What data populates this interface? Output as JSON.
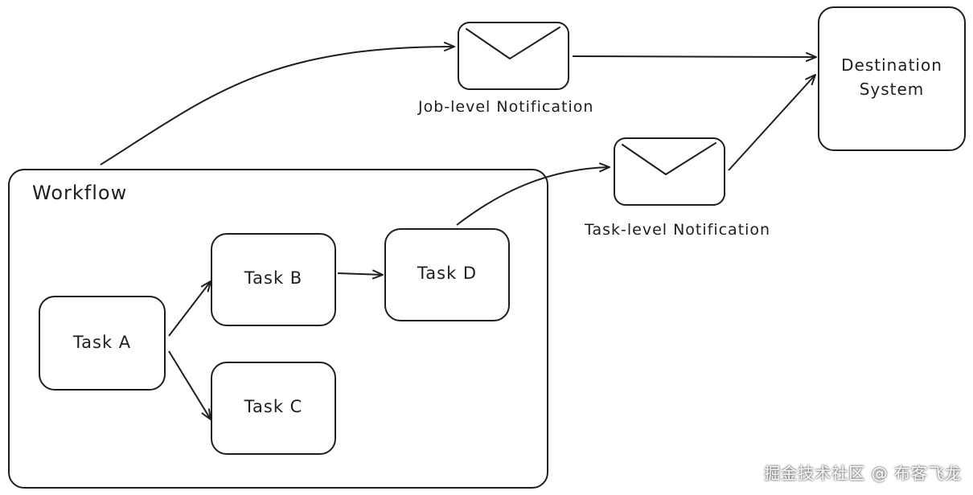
{
  "diagram": {
    "workflow_title": "Workflow",
    "tasks": {
      "a": "Task A",
      "b": "Task B",
      "c": "Task C",
      "d": "Task D"
    },
    "notifications": {
      "job_level": "Job-level Notification",
      "task_level": "Task-level Notification"
    },
    "destination": {
      "line1": "Destination",
      "line2": "System"
    },
    "icons": {
      "envelope": "envelope-icon"
    }
  },
  "watermark": "掘金技术社区 @ 布客飞龙"
}
